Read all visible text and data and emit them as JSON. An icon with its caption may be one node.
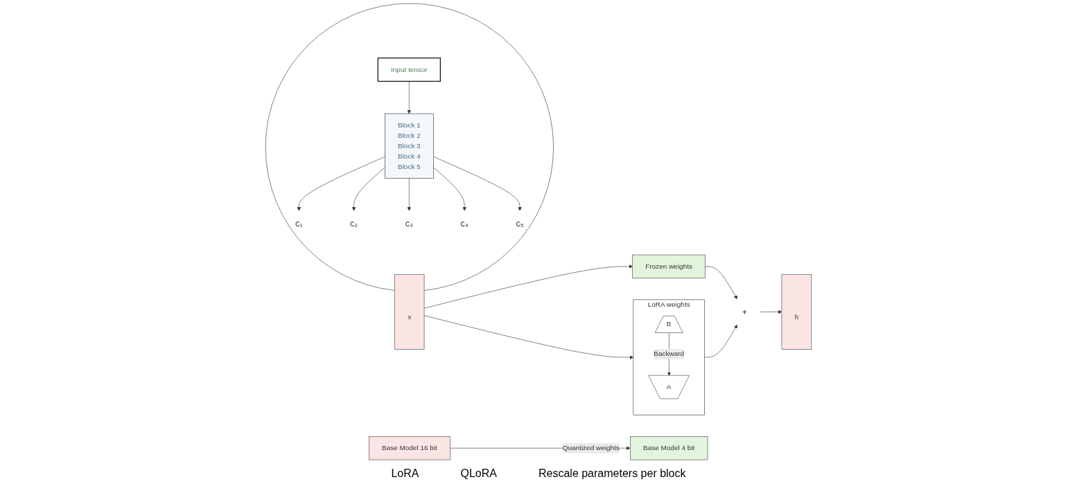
{
  "diagram": {
    "nodes": [
      {
        "text": [
          "x"
        ]
      },
      {
        "text": [
          "Frozen weights"
        ]
      },
      {
        "text": [
          "LoRA weights"
        ]
      },
      {
        "text": [
          "A"
        ],
        "in": 2
      },
      {
        "text": [
          "B"
        ],
        "in": 2
      },
      {
        "text": [
          "+"
        ]
      },
      {
        "text": [
          "h"
        ]
      },
      {
        "text": [
          "Base Model 16 bit"
        ]
      },
      {
        "text": [
          "Base Model 4 bit"
        ]
      },
      {
        "text": [],
        "shape": "circle"
      },
      {
        "text": [
          "Input tensor"
        ],
        "in": 9
      },
      {
        "text": [
          "Block 1",
          "Block 2",
          "Block 3",
          "Block 4",
          "Block 5"
        ],
        "in": 9
      },
      {
        "text": [
          "c₁"
        ],
        "in": 9
      },
      {
        "text": [
          "c₂"
        ],
        "in": 9
      },
      {
        "text": [
          "c₃"
        ],
        "in": 9
      },
      {
        "text": [
          "c₄"
        ],
        "in": 9
      },
      {
        "text": [
          "c₅"
        ],
        "in": 9
      }
    ],
    "edges": [
      {
        "from": 0,
        "to": 1,
        "arrow": "to"
      },
      {
        "from": 0,
        "to": 2,
        "arrow": "to"
      },
      {
        "from": 1,
        "to": 5,
        "arrow": "to"
      },
      {
        "from": 2,
        "to": 5,
        "arrow": "to"
      },
      {
        "from": 5,
        "to": 6,
        "arrow": "to"
      },
      {
        "from": 4,
        "to": 3,
        "arrow": "to",
        "label": "Backward"
      },
      {
        "from": 7,
        "to": 8,
        "arrow": "to",
        "label": "Quantized weights"
      },
      {
        "from": 10,
        "to": 11,
        "arrow": "to"
      },
      {
        "from": 11,
        "to": 12,
        "arrow": "to"
      },
      {
        "from": 11,
        "to": 13,
        "arrow": "to"
      },
      {
        "from": 11,
        "to": 14,
        "arrow": "to"
      },
      {
        "from": 11,
        "to": 15,
        "arrow": "to"
      },
      {
        "from": 11,
        "to": 16,
        "arrow": "to"
      }
    ],
    "labels": [
      "LoRA",
      "QLoRA",
      "Rescale parameters per block"
    ]
  }
}
